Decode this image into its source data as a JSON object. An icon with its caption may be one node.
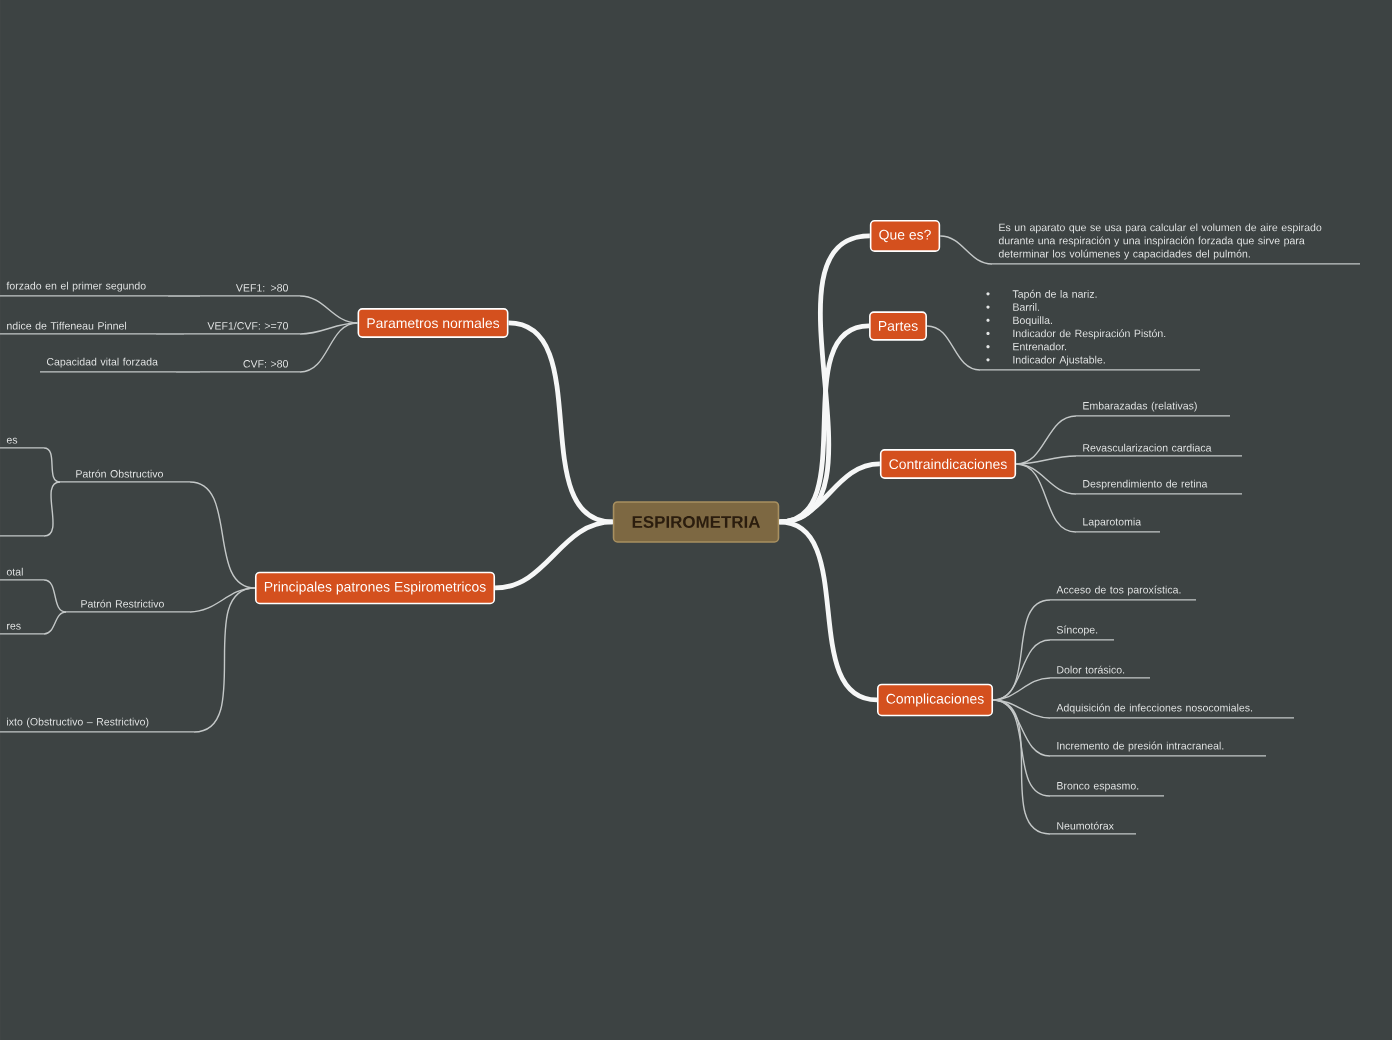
{
  "diagram": {
    "nodes": [
      {
        "text": [
          "ESPIROMETRIA"
        ]
      },
      {
        "text": [
          "Que es?"
        ]
      },
      {
        "text": [
          "Es un aparato que se usa para calcular el volumen de aire espirado durante una respiración y una inspiración forzada que sirve para determinar los volúmenes y capacidades del pulmón."
        ]
      },
      {
        "text": [
          "Partes"
        ]
      },
      {
        "text": [
          "Tapón de la nariz.",
          "Barril.",
          "Boquilla.",
          "Indicador de Respiración Pistón.",
          "Entrenador.",
          "Indicador Ajustable."
        ]
      },
      {
        "text": [
          "Contraindicaciones"
        ]
      },
      {
        "text": [
          "Embarazadas (relativas)"
        ]
      },
      {
        "text": [
          "Revascularizacion cardiaca"
        ]
      },
      {
        "text": [
          "Desprendimiento de retina"
        ]
      },
      {
        "text": [
          "Laparotomia"
        ]
      },
      {
        "text": [
          "Complicaciones"
        ]
      },
      {
        "text": [
          "Acceso de tos paroxística."
        ]
      },
      {
        "text": [
          "Síncope."
        ]
      },
      {
        "text": [
          "Dolor torásico."
        ]
      },
      {
        "text": [
          "Adquisición de infecciones nosocomiales."
        ]
      },
      {
        "text": [
          "Incremento de presión intracraneal."
        ]
      },
      {
        "text": [
          "Bronco espasmo."
        ]
      },
      {
        "text": [
          "Neumotórax"
        ]
      },
      {
        "text": [
          "Parametros normales"
        ]
      },
      {
        "text": [
          "VEF1:  >80"
        ]
      },
      {
        "text": [
          "forzado en el primer segundo"
        ]
      },
      {
        "text": [
          "VEF1/CVF: >=70"
        ]
      },
      {
        "text": [
          "ndice de Tiffeneau Pinnel"
        ]
      },
      {
        "text": [
          "CVF: >80"
        ]
      },
      {
        "text": [
          "Capacidad vital forzada"
        ]
      },
      {
        "text": [
          "Principales patrones Espirometricos"
        ]
      },
      {
        "text": [
          "Patrón Obstructivo"
        ]
      },
      {
        "text": [
          "es"
        ]
      },
      {
        "text": [],
        "shape": "line"
      },
      {
        "text": [
          "Patrón Restrictivo"
        ]
      },
      {
        "text": [
          "otal"
        ]
      },
      {
        "text": [
          "res"
        ]
      },
      {
        "text": [
          "ixto (Obstructivo – Restrictivo)"
        ]
      }
    ],
    "edges": [
      {
        "from": 0,
        "to": 1,
        "arrow": "none",
        "style": "thick"
      },
      {
        "from": 1,
        "to": 2,
        "arrow": "none"
      },
      {
        "from": 0,
        "to": 3,
        "arrow": "none",
        "style": "thick"
      },
      {
        "from": 3,
        "to": 4,
        "arrow": "none"
      },
      {
        "from": 0,
        "to": 5,
        "arrow": "none",
        "style": "thick"
      },
      {
        "from": 5,
        "to": 6,
        "arrow": "none"
      },
      {
        "from": 5,
        "to": 7,
        "arrow": "none"
      },
      {
        "from": 5,
        "to": 8,
        "arrow": "none"
      },
      {
        "from": 5,
        "to": 9,
        "arrow": "none"
      },
      {
        "from": 0,
        "to": 10,
        "arrow": "none",
        "style": "thick"
      },
      {
        "from": 10,
        "to": 11,
        "arrow": "none"
      },
      {
        "from": 10,
        "to": 12,
        "arrow": "none"
      },
      {
        "from": 10,
        "to": 13,
        "arrow": "none"
      },
      {
        "from": 10,
        "to": 14,
        "arrow": "none"
      },
      {
        "from": 10,
        "to": 15,
        "arrow": "none"
      },
      {
        "from": 10,
        "to": 16,
        "arrow": "none"
      },
      {
        "from": 10,
        "to": 17,
        "arrow": "none"
      },
      {
        "from": 0,
        "to": 18,
        "arrow": "none",
        "style": "thick"
      },
      {
        "from": 18,
        "to": 19,
        "arrow": "none"
      },
      {
        "from": 19,
        "to": 20,
        "arrow": "none"
      },
      {
        "from": 18,
        "to": 21,
        "arrow": "none"
      },
      {
        "from": 21,
        "to": 22,
        "arrow": "none"
      },
      {
        "from": 18,
        "to": 23,
        "arrow": "none"
      },
      {
        "from": 23,
        "to": 24,
        "arrow": "none"
      },
      {
        "from": 0,
        "to": 25,
        "arrow": "none",
        "style": "thick"
      },
      {
        "from": 25,
        "to": 26,
        "arrow": "none"
      },
      {
        "from": 26,
        "to": 27,
        "arrow": "none"
      },
      {
        "from": 26,
        "to": 28,
        "arrow": "none"
      },
      {
        "from": 25,
        "to": 29,
        "arrow": "none"
      },
      {
        "from": 29,
        "to": 30,
        "arrow": "none"
      },
      {
        "from": 29,
        "to": 31,
        "arrow": "none"
      },
      {
        "from": 25,
        "to": 32,
        "arrow": "none"
      }
    ]
  }
}
